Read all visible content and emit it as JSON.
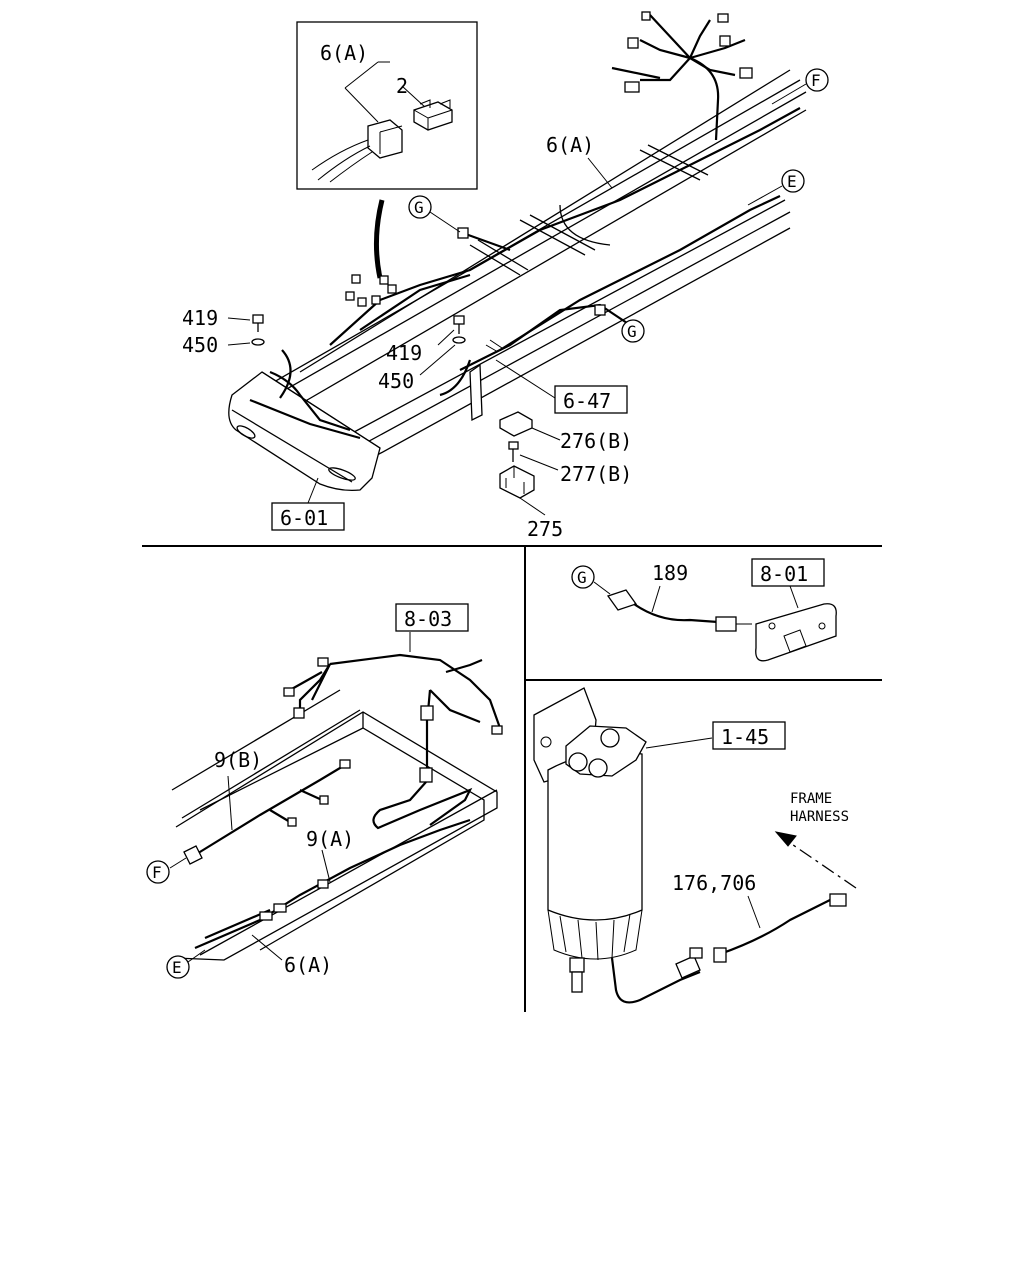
{
  "labels": {
    "top": {
      "inset_6a": "6(A)",
      "inset_2": "2",
      "frame_6a": "6(A)",
      "circ_f": "F",
      "circ_e": "E",
      "circ_g1": "G",
      "circ_g2": "G",
      "p419_left": "419",
      "p450_left": "450",
      "p419_mid": "419",
      "p450_mid": "450",
      "ref_647": "6-47",
      "p276b": "276(B)",
      "p277b": "277(B)",
      "p275": "275",
      "ref_601": "6-01"
    },
    "bottom_left": {
      "ref_803": "8-03",
      "p9b": "9(B)",
      "p9a": "9(A)",
      "circ_f": "F",
      "circ_e": "E",
      "p6a": "6(A)"
    },
    "bottom_right_top": {
      "circ_g": "G",
      "p189": "189",
      "ref_801": "8-01"
    },
    "bottom_right": {
      "ref_145": "1-45",
      "frame_harness_line1": "FRAME",
      "frame_harness_line2": "HARNESS",
      "p176_706": "176,706"
    }
  }
}
